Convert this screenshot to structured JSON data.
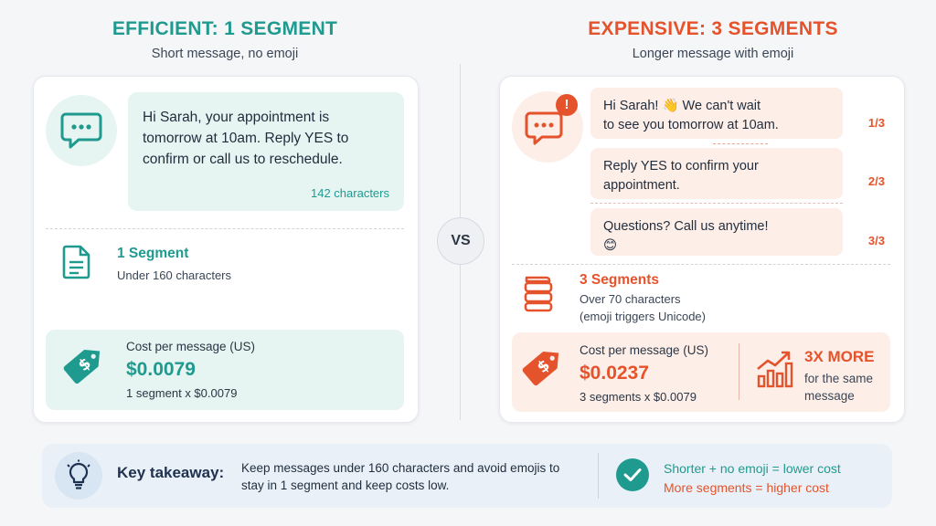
{
  "colors": {
    "teal": "#1f9a8f",
    "orange": "#e4532b",
    "navy": "#1f3150"
  },
  "left": {
    "title": "EFFICIENT: 1 SEGMENT",
    "subtitle": "Short message, no emoji",
    "message": "Hi Sarah, your appointment is tomorrow at 10am. Reply YES to confirm or call us to reschedule.",
    "char_count": "142 characters",
    "segment_title": "1 Segment",
    "segment_sub": "Under 160 characters",
    "cost_label": "Cost per message (US)",
    "cost_value": "$0.0079",
    "cost_calc": "1 segment x $0.0079",
    "icons": [
      "chat-bubble-icon",
      "document-icon",
      "price-tag-icon"
    ]
  },
  "vs_label": "VS",
  "right": {
    "title": "EXPENSIVE: 3 SEGMENTS",
    "subtitle": "Longer message with emoji",
    "segments": [
      {
        "line1": "Hi Sarah! 👋 We can't wait",
        "line2": "to see you tomorrow at 10am.",
        "num": "1/3"
      },
      {
        "line1": "Reply YES to confirm your",
        "line2": "appointment.",
        "num": "2/3"
      },
      {
        "line1": "Questions? Call us anytime!",
        "line2": "😊",
        "num": "3/3"
      }
    ],
    "segment_title": "3 Segments",
    "segment_sub1": "Over 70 characters",
    "segment_sub2": "(emoji triggers Unicode)",
    "cost_label": "Cost per message (US)",
    "cost_value": "$0.0237",
    "cost_calc": "3 segments x $0.0079",
    "more_title": "3X MORE",
    "more_sub1": "for the same",
    "more_sub2": "message",
    "icons": [
      "chat-alert-icon",
      "stack-icon",
      "price-tag-icon",
      "growth-chart-icon"
    ]
  },
  "takeaway": {
    "label": "Key takeaway:",
    "text1": "Keep messages under 160 characters and avoid emojis to",
    "text2": "stay in 1 segment and keep costs low.",
    "good": "Shorter + no emoji = lower cost",
    "bad": "More segments = higher cost",
    "icons": [
      "lightbulb-icon",
      "checkmark-icon"
    ]
  }
}
